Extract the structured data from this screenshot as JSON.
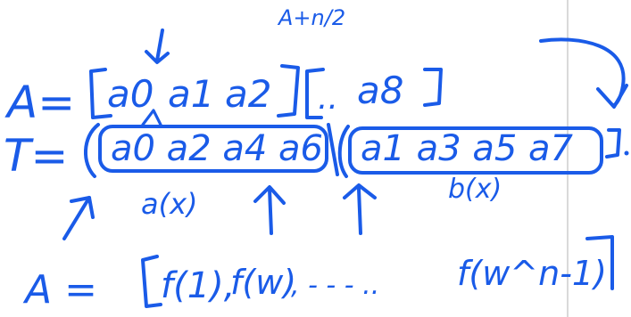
{
  "annotations": {
    "a_plus_n2": "A+n/2",
    "row1_prefix": "A=",
    "a0": "a0",
    "a1": "a1",
    "a2": "a2",
    "dots": "..",
    "a8": "a8",
    "row2_prefix": "T=",
    "a_even": "a0 a2 a4 a6",
    "a_odd": "a1 a3 a5 a7",
    "a_of_x": "a(x)",
    "b_of_x": "b(x)",
    "row3_prefix": "A =",
    "f1": "f(1),",
    "fw": "f(w)",
    "ellipsis": ", - - - ..",
    "fwn": "f(w^n-1)"
  },
  "ink_color": "#1a5be8"
}
